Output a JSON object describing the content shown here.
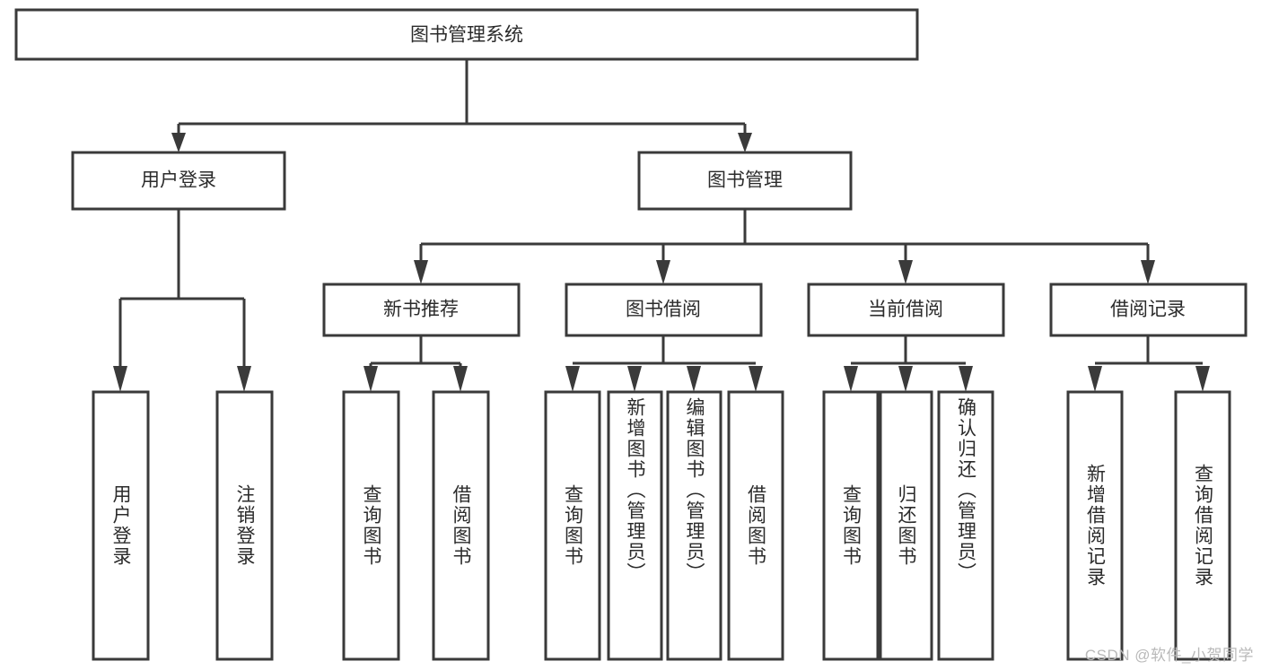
{
  "diagram": {
    "type": "tree-hierarchy",
    "title": "图书管理系统",
    "root": {
      "label": "图书管理系统"
    },
    "level1": [
      {
        "label": "用户登录"
      },
      {
        "label": "图书管理"
      }
    ],
    "level2": [
      {
        "label": "新书推荐"
      },
      {
        "label": "图书借阅"
      },
      {
        "label": "当前借阅"
      },
      {
        "label": "借阅记录"
      }
    ],
    "leaves": {
      "user_login": [
        {
          "label": "用户登录"
        },
        {
          "label": "注销登录"
        }
      ],
      "new_book_recommend": [
        {
          "label": "查询图书"
        },
        {
          "label": "借阅图书"
        }
      ],
      "book_borrow": [
        {
          "label": "查询图书"
        },
        {
          "label": "新增图书（管理员）"
        },
        {
          "label": "编辑图书（管理员）"
        },
        {
          "label": "借阅图书"
        }
      ],
      "current_borrow": [
        {
          "label": "查询图书"
        },
        {
          "label": "归还图书"
        },
        {
          "label": "确认归还（管理员）"
        }
      ],
      "borrow_record": [
        {
          "label": "新增借阅记录"
        },
        {
          "label": "查询借阅记录"
        }
      ]
    }
  },
  "watermark": {
    "text": "CSDN @软件_小贺同学"
  },
  "colors": {
    "background": "#ffffff",
    "box_fill": "#ffffff",
    "box_stroke": "#3a3a3a",
    "text": "#2b2b2b",
    "watermark": "#b9b9b9"
  }
}
